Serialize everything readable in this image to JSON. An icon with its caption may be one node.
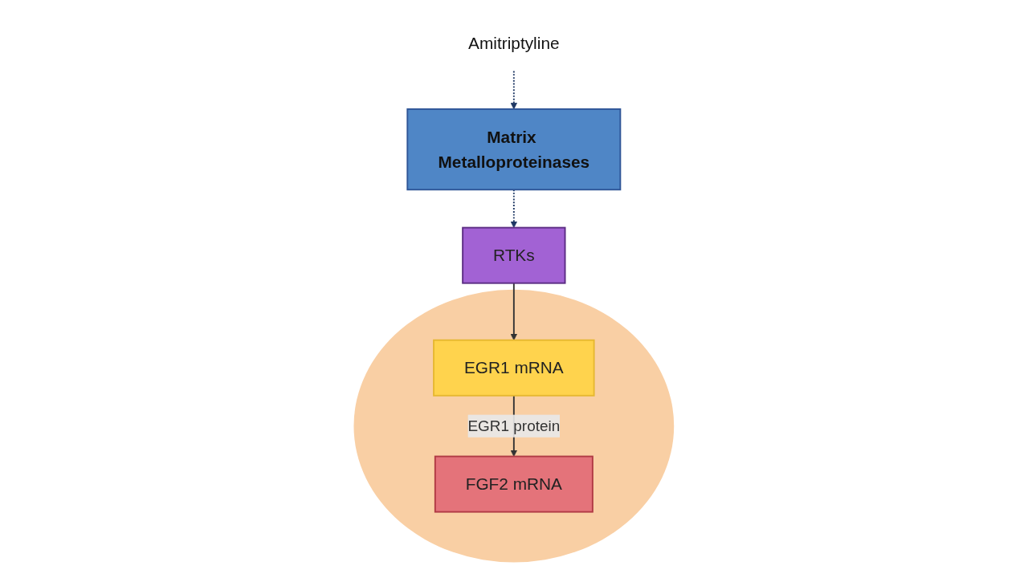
{
  "diagram": {
    "nodes": [
      {
        "text": [
          "Amitriptyline"
        ]
      },
      {
        "text": [
          "RTKs"
        ]
      },
      {
        "text": [
          "Matrix Metalloproteinases"
        ]
      },
      {
        "text": [],
        "shape": "circle"
      },
      {
        "text": [
          "EGR1 mRNA"
        ],
        "in": 3
      },
      {
        "text": [
          "FGF2 mRNA"
        ],
        "in": 3
      }
    ],
    "edges": [
      {
        "from": 0,
        "to": 2,
        "arrow": "to",
        "style": "dashed",
        "color": "#1f3864"
      },
      {
        "from": 2,
        "to": 1,
        "arrow": "to",
        "style": "dashed",
        "color": "#1f3864"
      },
      {
        "from": 1,
        "to": 4,
        "arrow": "to"
      },
      {
        "from": 4,
        "to": 5,
        "arrow": "to",
        "label": "EGR1 protein"
      }
    ]
  }
}
